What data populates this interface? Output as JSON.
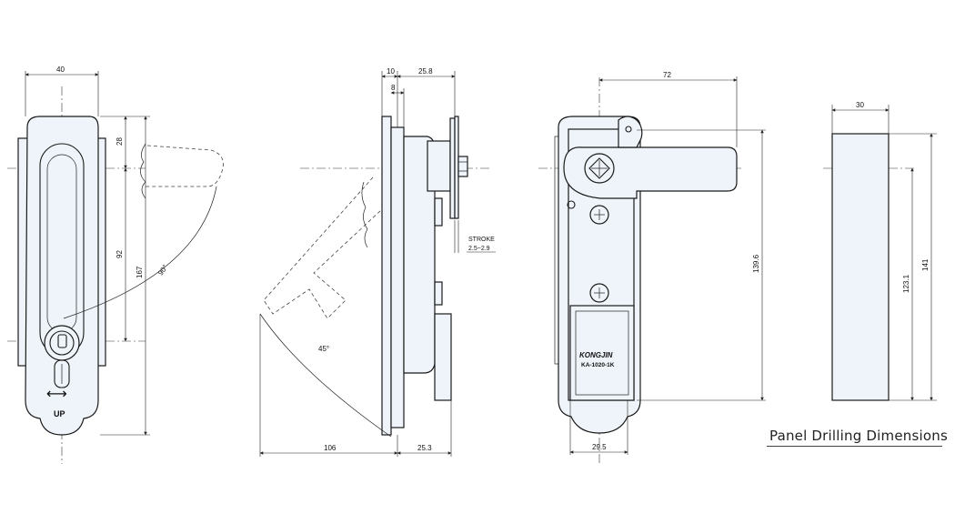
{
  "front_view": {
    "width_label": "40",
    "dim_28": "28",
    "dim_92": "92",
    "dim_167": "167",
    "angle_label": "90°",
    "handle_arrow": "⟷",
    "handle_text": "UP"
  },
  "side_view": {
    "dim_10": "10",
    "dim_8": "8",
    "dim_25_8": "25.8",
    "stroke_label": "STROKE",
    "stroke_range": "2.5~2.9",
    "angle_label": "45°",
    "dim_106": "106",
    "dim_25_3": "25.3"
  },
  "rear_view": {
    "dim_72": "72",
    "dim_139_6": "139.6",
    "dim_29_5": "29.5",
    "brand": "KONGJIN",
    "model": "KA-1020-1K"
  },
  "panel_view": {
    "dim_30": "30",
    "dim_123_1": "123.1",
    "dim_141": "141",
    "caption": "Panel Drilling Dimensions"
  },
  "colors": {
    "part_fill": "#eef4f9",
    "line": "#1a1a1a"
  }
}
